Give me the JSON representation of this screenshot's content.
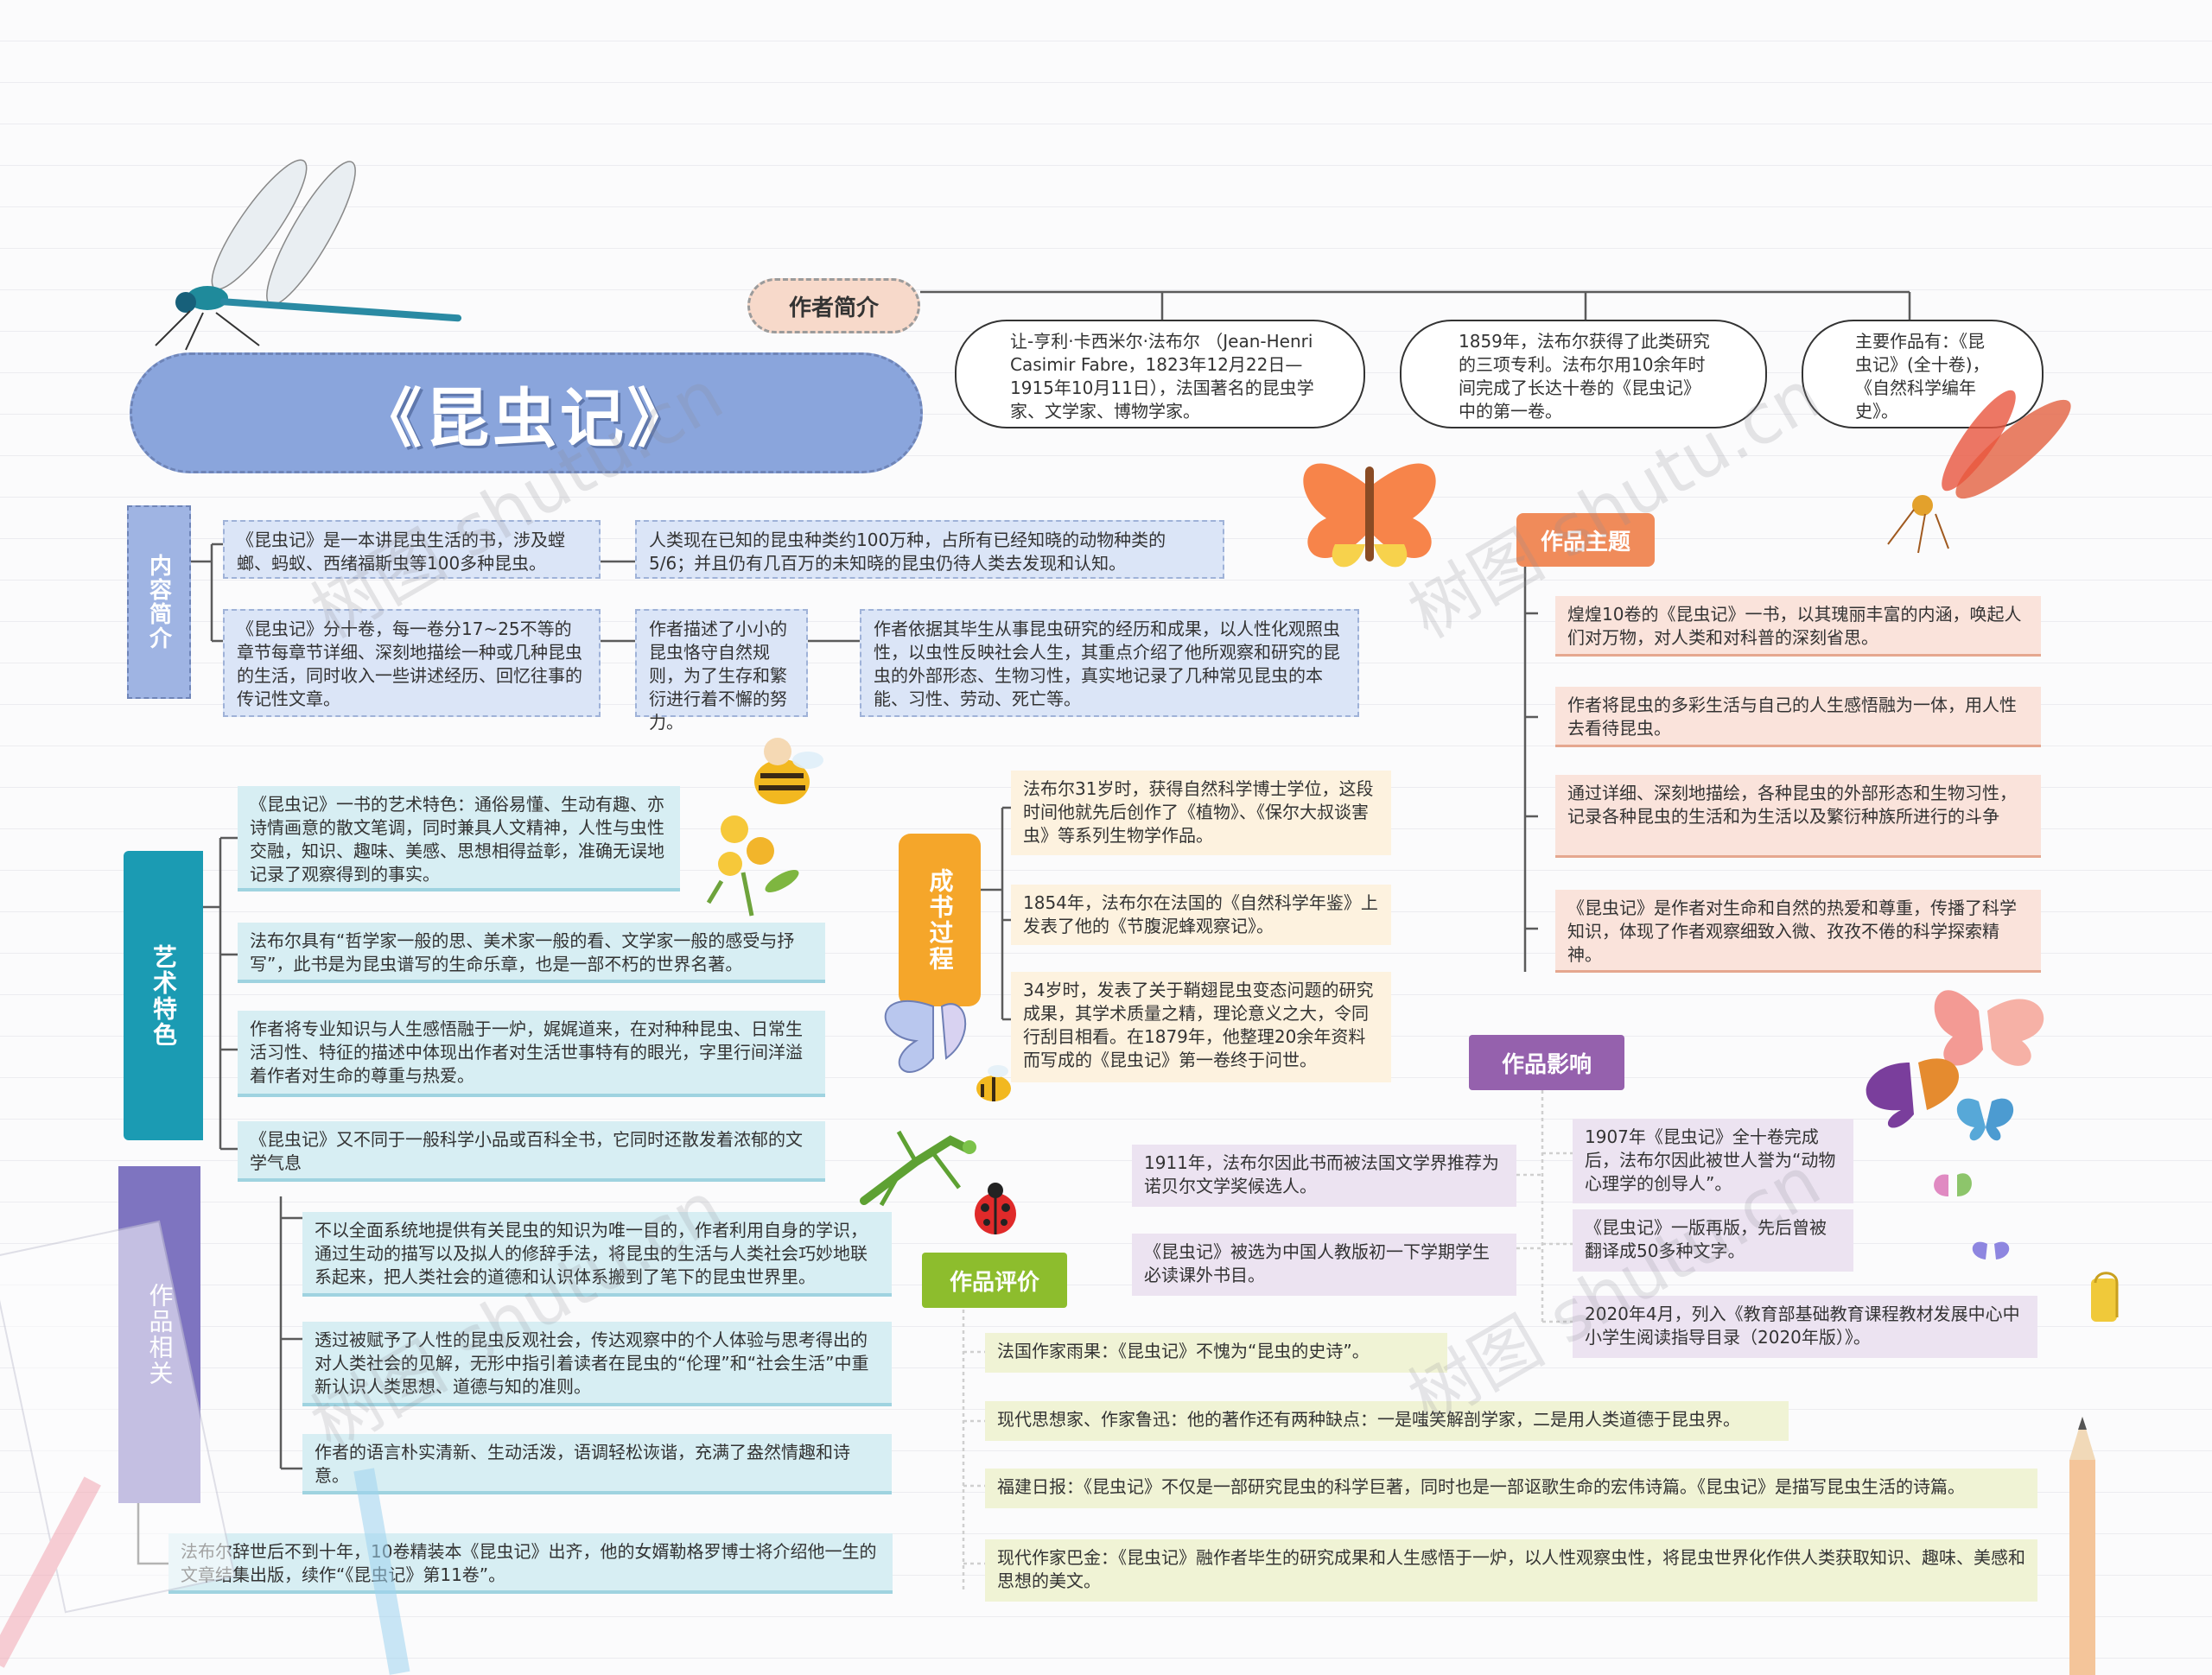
{
  "title": "《昆虫记》",
  "author": {
    "label": "作者简介",
    "items": [
      "让-亨利·卡西米尔·法布尔 （Jean-Henri Casimir Fabre，1823年12月22日—1915年10月11日），法国著名的昆虫学家、文学家、博物学家。",
      "1859年，法布尔获得了此类研究的三项专利。法布尔用10余年时间完成了长达十卷的《昆虫记》中的第一卷。",
      "主要作品有：《昆虫记》(全十卷)，《自然科学编年史》。"
    ]
  },
  "content": {
    "label": "内容简介",
    "items": [
      "《昆虫记》是一本讲昆虫生活的书，涉及螳螂、蚂蚁、西绪福斯虫等100多种昆虫。",
      "人类现在已知的昆虫种类约100万种，占所有已经知晓的动物种类的5/6；并且仍有几百万的未知晓的昆虫仍待人类去发现和认知。",
      "《昆虫记》分十卷，每一卷分17~25不等的章节每章节详细、深刻地描绘一种或几种昆虫的生活，同时收入一些讲述经历、回忆往事的传记性文章。",
      "作者描述了小小的昆虫恪守自然规则，为了生存和繁衍进行着不懈的努力。",
      "作者依据其毕生从事昆虫研究的经历和成果，以人性化观照虫性，以虫性反映社会人生，其重点介绍了他所观察和研究的昆虫的外部形态、生物习性，真实地记录了几种常见昆虫的本能、习性、劳动、死亡等。"
    ]
  },
  "art": {
    "label": "艺术特色",
    "items": [
      "《昆虫记》一书的艺术特色：通俗易懂、生动有趣、亦诗情画意的散文笔调，同时兼具人文精神，人性与虫性交融，知识、趣味、美感、思想相得益彰，准确无误地记录了观察得到的事实。",
      "法布尔具有“哲学家一般的思、美术家一般的看、文学家一般的感受与抒写”，此书是为昆虫谱写的生命乐章，也是一部不朽的世界名著。",
      "作者将专业知识与人生感悟融于一炉，娓娓道来，在对种种昆虫、日常生活习性、特征的描述中体现出作者对生活世事特有的眼光，字里行间洋溢着作者对生命的尊重与热爱。",
      "《昆虫记》又不同于一般科学小品或百科全书，它同时还散发着浓郁的文学气息"
    ]
  },
  "related": {
    "label": "作品相关",
    "items": [
      "不以全面系统地提供有关昆虫的知识为唯一目的，作者利用自身的学识，通过生动的描写以及拟人的修辞手法，将昆虫的生活与人类社会巧妙地联系起来，把人类社会的道德和认识体系搬到了笔下的昆虫世界里。",
      "透过被赋予了人性的昆虫反观社会，传达观察中的个人体验与思考得出的对人类社会的见解，无形中指引着读者在昆虫的“伦理”和“社会生活”中重新认识人类思想、道德与知的准则。",
      "作者的语言朴实清新、生动活泼，语调轻松诙谐，充满了盎然情趣和诗意。",
      "法布尔辞世后不到十年，10卷精装本《昆虫记》出齐，他的女婿勒格罗博士将介绍他一生的文章结集出版，续作“《昆虫记》第11卷”。"
    ]
  },
  "process": {
    "label": "成书过程",
    "items": [
      "法布尔31岁时，获得自然科学博士学位，这段时间他就先后创作了《植物》、《保尔大叔谈害虫》等系列生物学作品。",
      "1854年，法布尔在法国的《自然科学年鉴》上发表了他的《节腹泥蜂观察记》。",
      "34岁时，发表了关于鞘翅昆虫变态问题的研究成果，其学术质量之精，理论意义之大，令同行刮目相看。在1879年，他整理20余年资料而写成的《昆虫记》第一卷终于问世。"
    ]
  },
  "theme": {
    "label": "作品主题",
    "items": [
      "煌煌10卷的《昆虫记》一书，以其瑰丽丰富的内涵，唤起人们对万物，对人类和对科普的深刻省思。",
      "作者将昆虫的多彩生活与自己的人生感悟融为一体，用人性去看待昆虫。",
      "通过详细、深刻地描绘，各种昆虫的外部形态和生物习性，记录各种昆虫的生活和为生活以及繁衍种族所进行的斗争",
      "《昆虫记》是作者对生命和自然的热爱和尊重，传播了科学知识，体现了作者观察细致入微、孜孜不倦的科学探索精神。"
    ]
  },
  "influence": {
    "label": "作品影响",
    "left": [
      "1911年，法布尔因此书而被法国文学界推荐为诺贝尔文学奖候选人。",
      "《昆虫记》被选为中国人教版初一下学期学生必读课外书目。"
    ],
    "right": [
      "1907年《昆虫记》全十卷完成后，法布尔因此被世人誉为“动物心理学的创导人”。",
      "《昆虫记》一版再版，先后曾被翻译成50多种文字。",
      "2020年4月，列入《教育部基础教育课程教材发展中心中小学生阅读指导目录（2020年版）》。"
    ]
  },
  "evaluation": {
    "label": "作品评价",
    "items": [
      "法国作家雨果：《昆虫记》不愧为“昆虫的史诗”。",
      "现代思想家、作家鲁迅：他的著作还有两种缺点：一是嗤笑解剖学家，二是用人类道德于昆虫界。",
      "福建日报：《昆虫记》不仅是一部研究昆虫的科学巨著，同时也是一部讴歌生命的宏伟诗篇。《昆虫记》是描写昆虫生活的诗篇。",
      "现代作家巴金：《昆虫记》融作者毕生的研究成果和人生感悟于一炉，以人性观察虫性，将昆虫世界化作供人类获取知识、趣味、美感和思想的美文。"
    ]
  },
  "watermark": "树图 shutu.cn",
  "colors": {
    "title_bg": "#8aa5dc",
    "author_tag": "#f7d9ca",
    "content_tag": "#9fb4e3",
    "art_tag": "#1b9bb3",
    "related_tag": "#7e74c0",
    "process_tag": "#f5a62a",
    "theme_tag": "#f08b5a",
    "influence_tag": "#9561ad",
    "evaluation_tag": "#8dbd2d"
  },
  "icons": [
    "dragonfly-icon",
    "butterfly-icon",
    "bee-icon",
    "flower-icon",
    "ladybug-icon",
    "mantis-icon",
    "pencil-icon",
    "paper-clip-icon"
  ]
}
